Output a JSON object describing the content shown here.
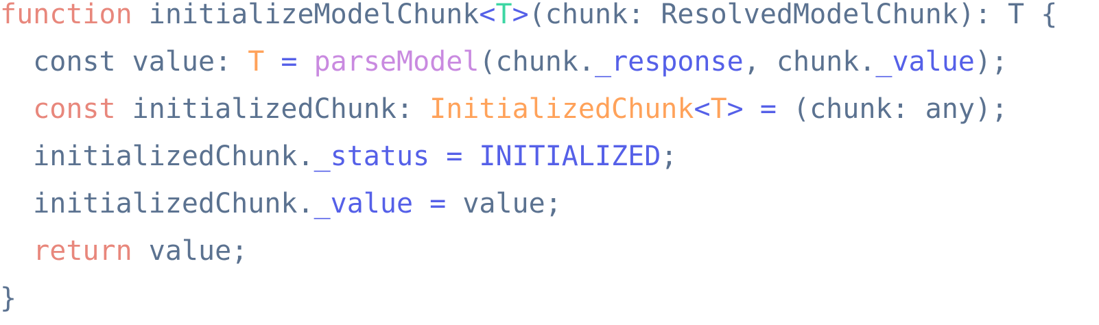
{
  "colors": {
    "default": "#5b7290",
    "keyword": "#e8877c",
    "type_param": "#3dd6a3",
    "type": "#ffa25a",
    "func": "#c98ae0",
    "prop": "#5560e8"
  },
  "code_lines": [
    [
      [
        "function",
        "keyword"
      ],
      [
        " initializeModelChunk",
        "default"
      ],
      [
        "<",
        "prop"
      ],
      [
        "T",
        "type_param"
      ],
      [
        ">",
        "prop"
      ],
      [
        "(chunk: ResolvedModelChunk): T {",
        "default"
      ]
    ],
    [
      [
        "  const value: ",
        "default"
      ],
      [
        "T",
        "type"
      ],
      [
        " = ",
        "prop"
      ],
      [
        "parseModel",
        "func"
      ],
      [
        "(chunk.",
        "default"
      ],
      [
        "_response",
        "prop"
      ],
      [
        ", chunk.",
        "default"
      ],
      [
        "_value",
        "prop"
      ],
      [
        ");",
        "default"
      ]
    ],
    [
      [
        "  ",
        "default"
      ],
      [
        "const",
        "keyword"
      ],
      [
        " initializedChunk: ",
        "default"
      ],
      [
        "InitializedChunk",
        "type"
      ],
      [
        "<",
        "prop"
      ],
      [
        "T",
        "type"
      ],
      [
        ">",
        "prop"
      ],
      [
        " = ",
        "prop"
      ],
      [
        "(chunk: any);",
        "default"
      ]
    ],
    [
      [
        "  initializedChunk.",
        "default"
      ],
      [
        "_status",
        "prop"
      ],
      [
        " = ",
        "prop"
      ],
      [
        "INITIALIZED",
        "prop"
      ],
      [
        ";",
        "default"
      ]
    ],
    [
      [
        "  initializedChunk.",
        "default"
      ],
      [
        "_value",
        "prop"
      ],
      [
        " = ",
        "prop"
      ],
      [
        "value;",
        "default"
      ]
    ],
    [
      [
        "  ",
        "default"
      ],
      [
        "return",
        "keyword"
      ],
      [
        " value;",
        "default"
      ]
    ],
    [
      [
        "}",
        "default"
      ]
    ]
  ]
}
